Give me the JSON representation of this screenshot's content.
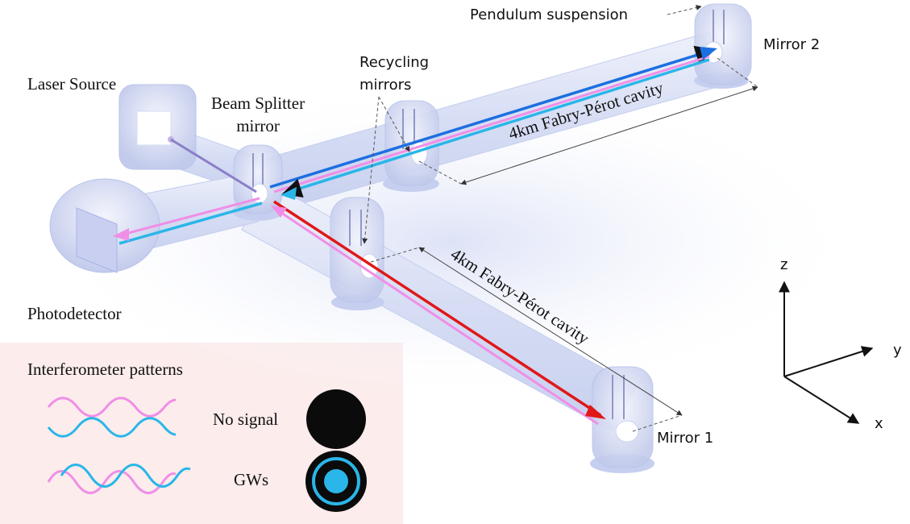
{
  "labels": {
    "pendulum": "Pendulum suspension",
    "mirror2": "Mirror 2",
    "recycling": "Recycling\nmirrors",
    "laser": "Laser Source",
    "splitter": "Beam Splitter\nmirror",
    "cavity_y": "4km  Fabry-Pérot cavity",
    "cavity_x": "4km  Fabry-Pérot cavity",
    "photodetector": "Photodetector",
    "mirror1": "Mirror 1"
  },
  "axes": {
    "z": "z",
    "y": "y",
    "x": "x"
  },
  "legend": {
    "title": "Interferometer patterns",
    "no_signal": "No signal",
    "gws": "GWs"
  },
  "colors": {
    "tube": "#dde3f7",
    "tube_edge": "#b9c3ea",
    "beam_blue": "#1c6fe0",
    "beam_cyan": "#2ab6e8",
    "beam_pink": "#f08ee6",
    "beam_red": "#e01818",
    "legend_bg": "#fcecec"
  }
}
